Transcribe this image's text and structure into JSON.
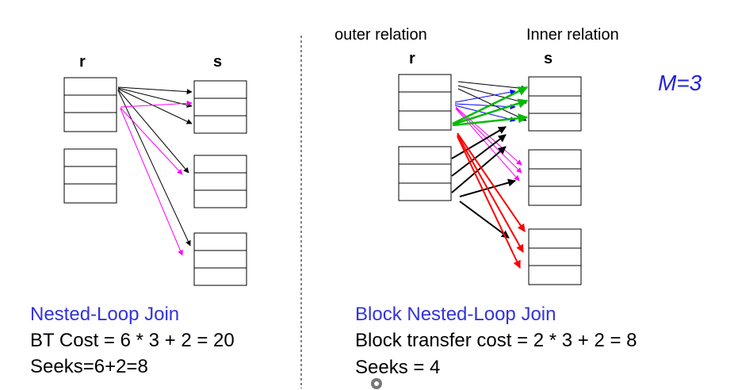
{
  "left": {
    "r_label": "r",
    "s_label": "s",
    "title": "Nested-Loop Join",
    "line1": "BT Cost = 6 * 3 + 2 = 20",
    "line2": "Seeks=6+2=8"
  },
  "right": {
    "outer_label": "outer relation",
    "inner_label": "Inner relation",
    "r_label": "r",
    "s_label": "s",
    "m_label": "M=3",
    "title": "Block Nested-Loop Join",
    "line1": "Block transfer cost = 2 * 3 + 2 = 8",
    "line2": "Seeks = 4"
  },
  "colors": {
    "black": "#000000",
    "magenta": "#ff00ff",
    "blue": "#0000ff",
    "green": "#00bb00",
    "red": "#ff0000",
    "title_blue": "#3333dd"
  }
}
